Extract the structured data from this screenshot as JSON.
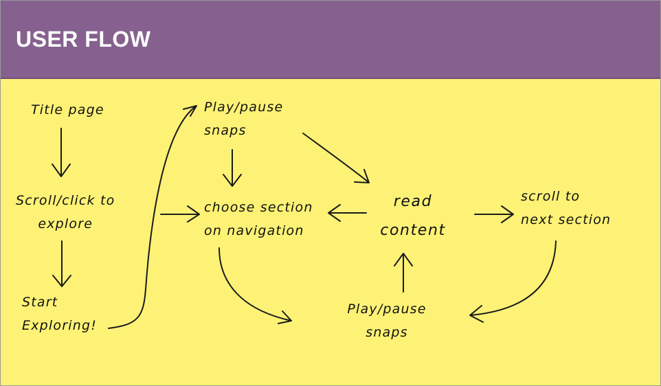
{
  "header": {
    "title": "USER FLOW"
  },
  "nodes": {
    "title_page": [
      "Title page"
    ],
    "scroll_click": [
      "Scroll/click to",
      "explore"
    ],
    "start_exploring": [
      "Start",
      "Exploring!"
    ],
    "play_pause_top": [
      "Play/pause",
      "snaps"
    ],
    "choose_section": [
      "choose section",
      "on navigation"
    ],
    "read_content": [
      "read",
      "content"
    ],
    "scroll_next": [
      "scroll to",
      "next section"
    ],
    "play_pause_bottom": [
      "Play/pause",
      "snaps"
    ]
  },
  "colors": {
    "header_bg": "#86618f",
    "board_bg": "#fdf276",
    "ink": "#111111"
  }
}
